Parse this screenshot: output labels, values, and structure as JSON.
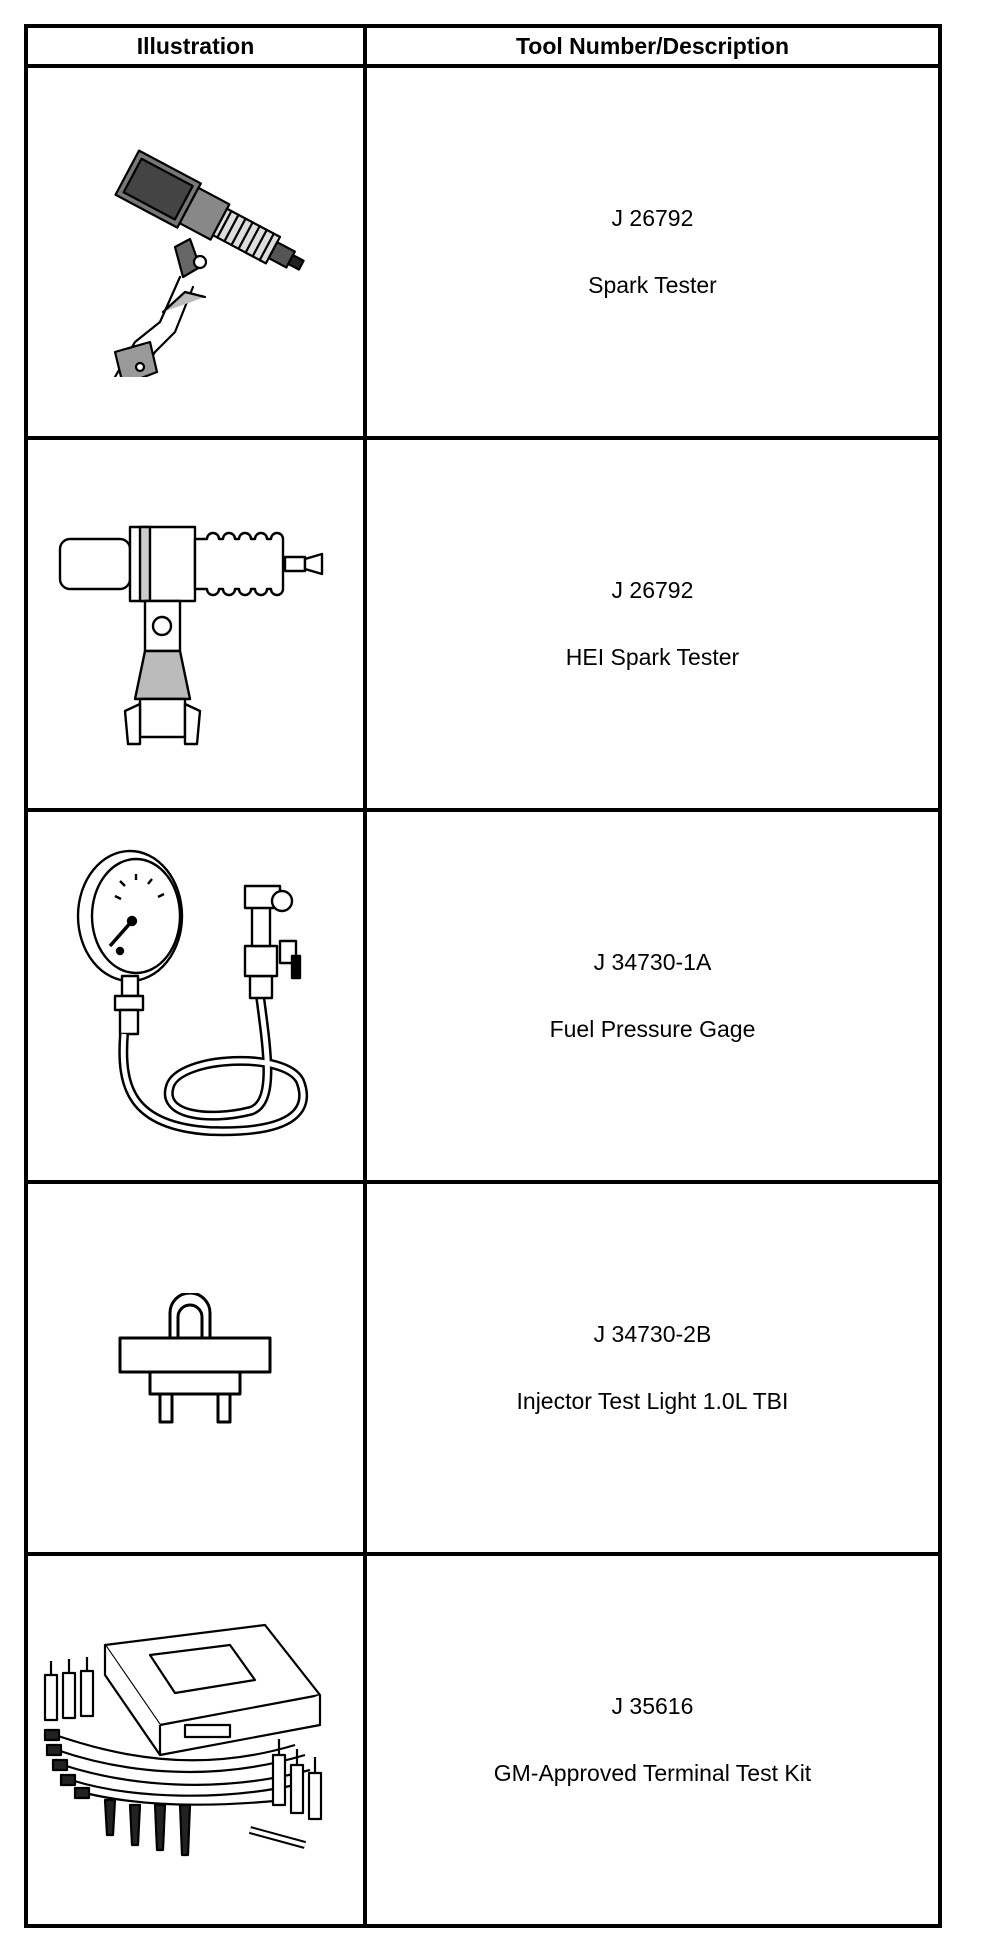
{
  "table": {
    "headers": {
      "illustration": "Illustration",
      "tool": "Tool Number/Description"
    },
    "rows": [
      {
        "number": "J 26792",
        "description": "Spark Tester",
        "icon": "spark-tester-icon"
      },
      {
        "number": "J 26792",
        "description": "HEI Spark Tester",
        "icon": "hei-spark-tester-icon"
      },
      {
        "number": "J 34730-1A",
        "description": "Fuel Pressure Gage",
        "icon": "fuel-pressure-gage-icon"
      },
      {
        "number": "J 34730-2B",
        "description": "Injector Test Light 1.0L TBI",
        "icon": "injector-test-light-icon"
      },
      {
        "number": "J 35616",
        "description": "GM-Approved Terminal Test Kit",
        "icon": "terminal-test-kit-icon"
      }
    ]
  }
}
